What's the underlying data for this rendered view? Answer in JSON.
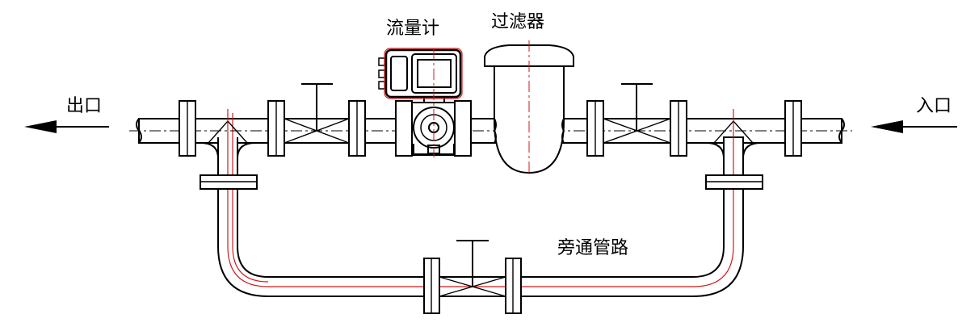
{
  "labels": {
    "flowmeter": "流量计",
    "filter": "过滤器",
    "outlet": "出口",
    "inlet": "入口",
    "bypass": "旁通管路"
  },
  "colors": {
    "line": "#000000",
    "centerline_red": "#d21a1a",
    "background": "#ffffff"
  },
  "icons": {
    "outlet_arrow": "arrow-left-icon",
    "inlet_arrow": "arrow-left-icon"
  }
}
